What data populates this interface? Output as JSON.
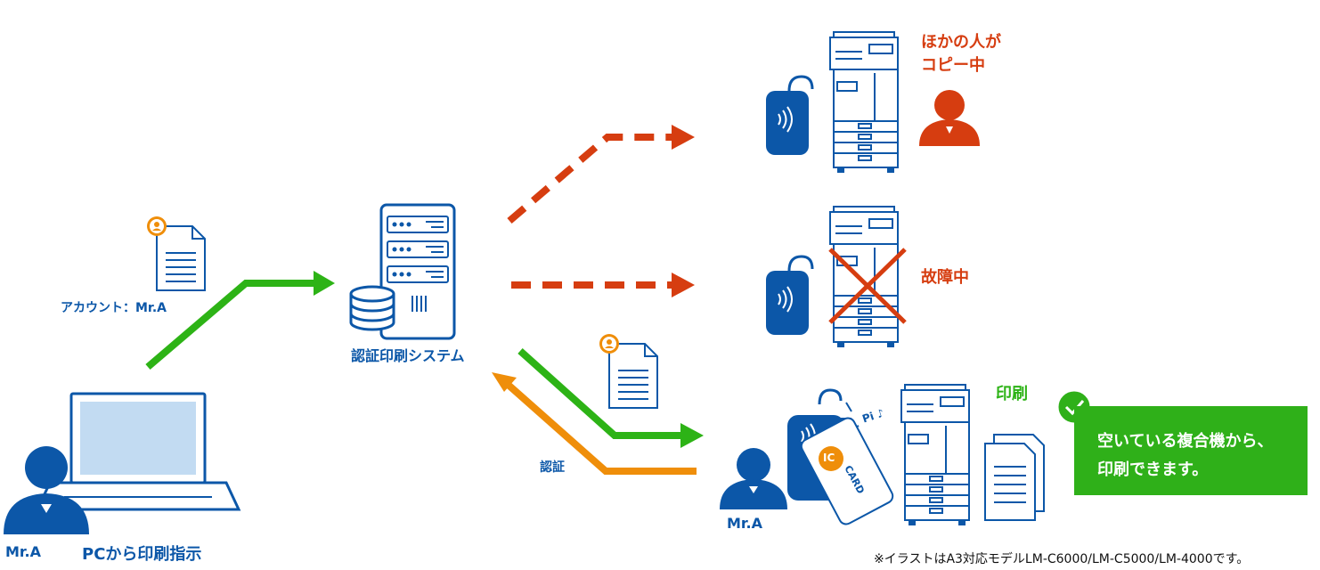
{
  "labels": {
    "account": "アカウント：Mr.A",
    "system": "認証印刷システム",
    "auth": "認証",
    "busy_line1": "ほかの人が",
    "busy_line2": "コピー中",
    "broken": "故障中",
    "print": "印刷",
    "user_left": "Mr.A",
    "user_right": "Mr.A",
    "pc_instruction": "PCから印刷指示",
    "beep": "Pi ♪",
    "card_ic": "IC",
    "card_text": "CARD"
  },
  "callout": {
    "line1": "空いている複合機から、",
    "line2": "印刷できます。"
  },
  "footnote": "※イラストはA3対応モデルLM-C6000/LM-C5000/LM-4000です。",
  "colors": {
    "blue": "#0c57a8",
    "green": "#2db316",
    "red": "#d63d10",
    "orange": "#ef8e0a",
    "screen": "#c2dbf2"
  }
}
